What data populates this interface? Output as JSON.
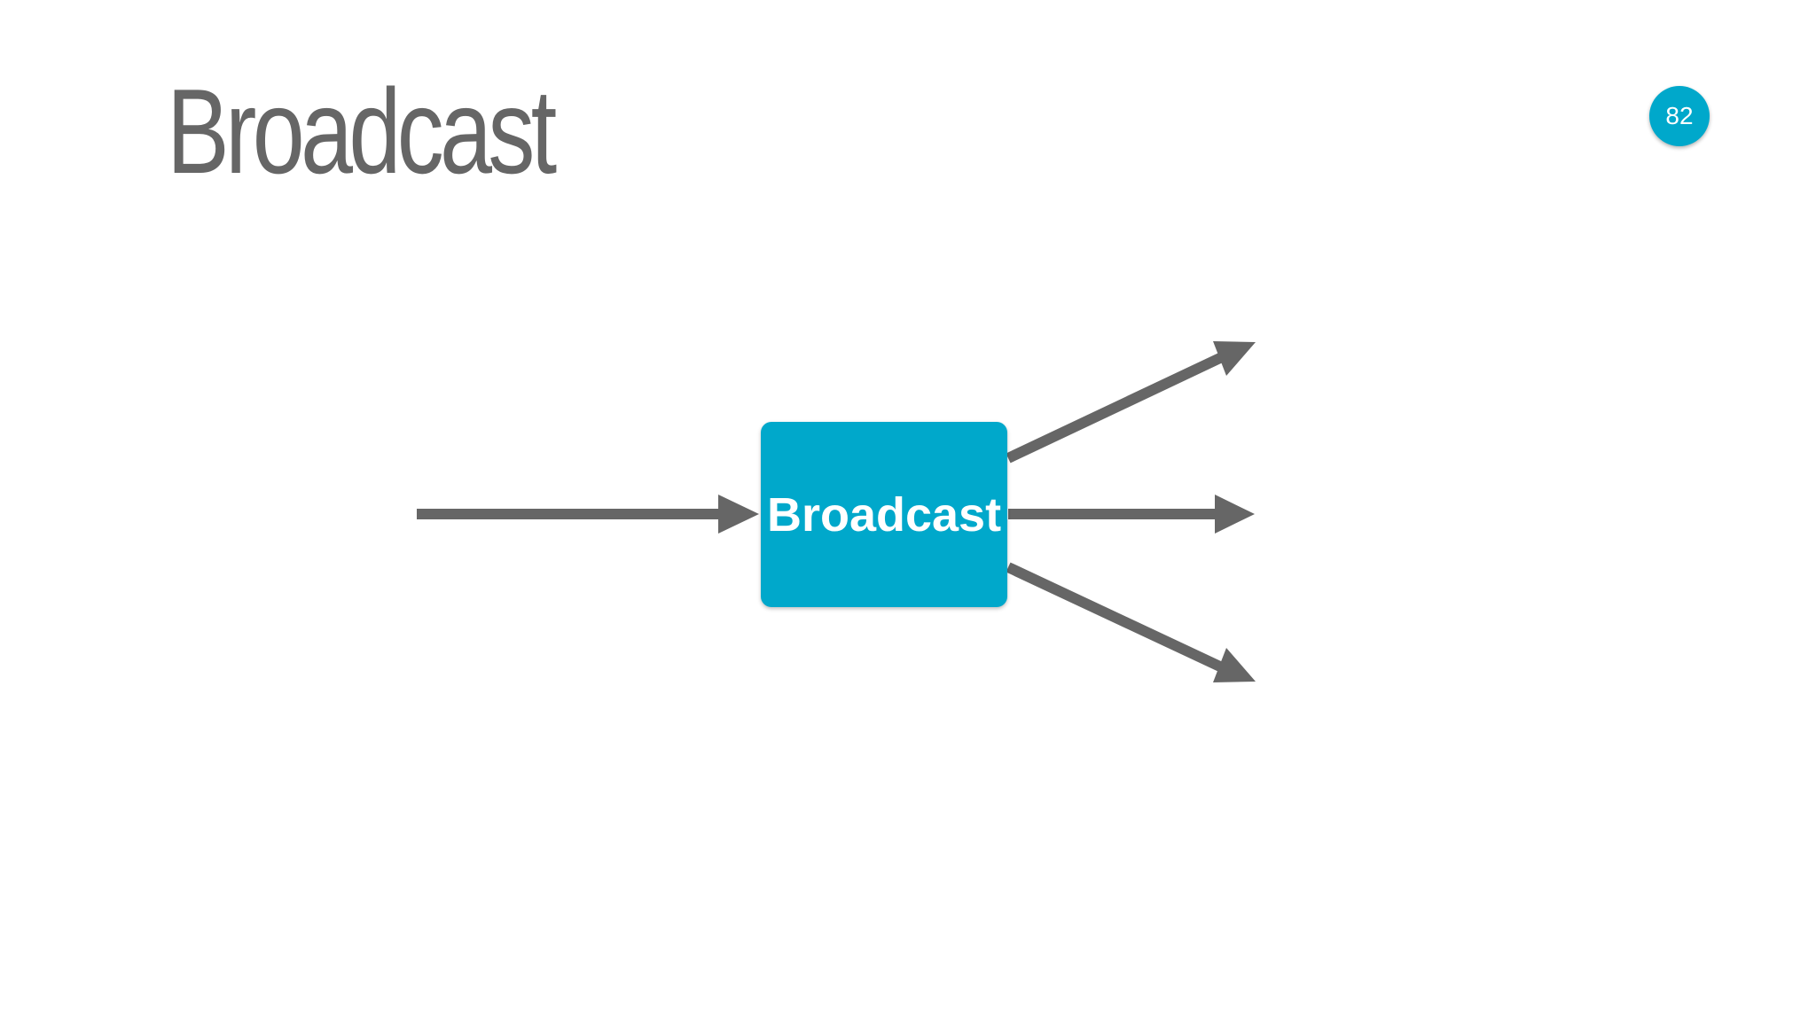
{
  "slide": {
    "title": "Broadcast",
    "page_number": "82"
  },
  "diagram": {
    "node_label": "Broadcast",
    "node_color": "#00a8cb",
    "arrow_color": "#666666",
    "edges": [
      {
        "from": "input",
        "to": "broadcast"
      },
      {
        "from": "broadcast",
        "to": "output-top"
      },
      {
        "from": "broadcast",
        "to": "output-middle"
      },
      {
        "from": "broadcast",
        "to": "output-bottom"
      }
    ]
  }
}
